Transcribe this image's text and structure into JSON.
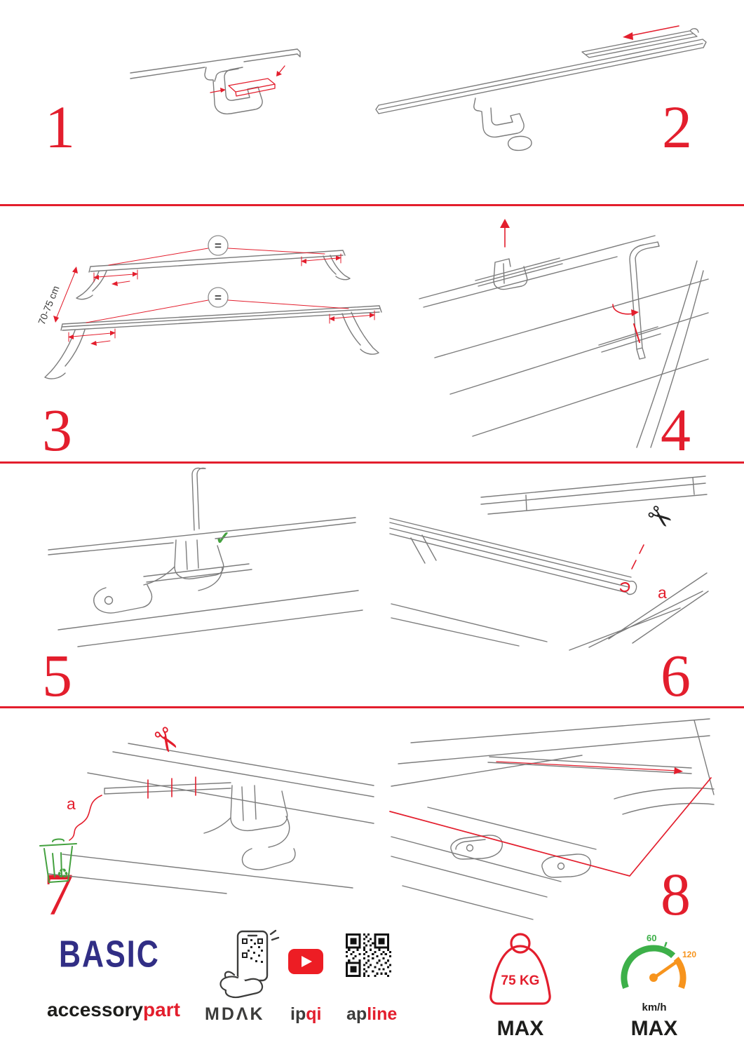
{
  "page": {
    "background": "#ffffff",
    "accent_red": "#e31e2d",
    "drawing_gray": "#7c7c7c",
    "brand_blue": "#312e85",
    "eco_green": "#44a13f",
    "gauge_green": "#3db049",
    "gauge_orange": "#f7941d"
  },
  "steps": [
    {
      "number": "1"
    },
    {
      "number": "2"
    },
    {
      "number": "3",
      "distance_label": "70-75 cm",
      "equal_sign": "="
    },
    {
      "number": "4"
    },
    {
      "number": "5"
    },
    {
      "number": "6",
      "part_label": "a"
    },
    {
      "number": "7",
      "part_label": "a"
    },
    {
      "number": "8"
    }
  ],
  "icons": {
    "scissors": "✂",
    "check": "✓",
    "recycle": "♻"
  },
  "footer": {
    "brand": "BASIC",
    "wordmark_black": "accessory",
    "wordmark_red": "part",
    "partner_mdak": "MDΛK",
    "partner_ipqi_black": "ip",
    "partner_ipqi_red": "qi",
    "partner_apline_black": "ap",
    "partner_apline_red": "line",
    "weight_limit": "75 KG",
    "weight_max_label": "MAX",
    "speed_tick_low": "60",
    "speed_tick_high": "120",
    "speed_unit": "km/h",
    "speed_max_label": "MAX"
  }
}
